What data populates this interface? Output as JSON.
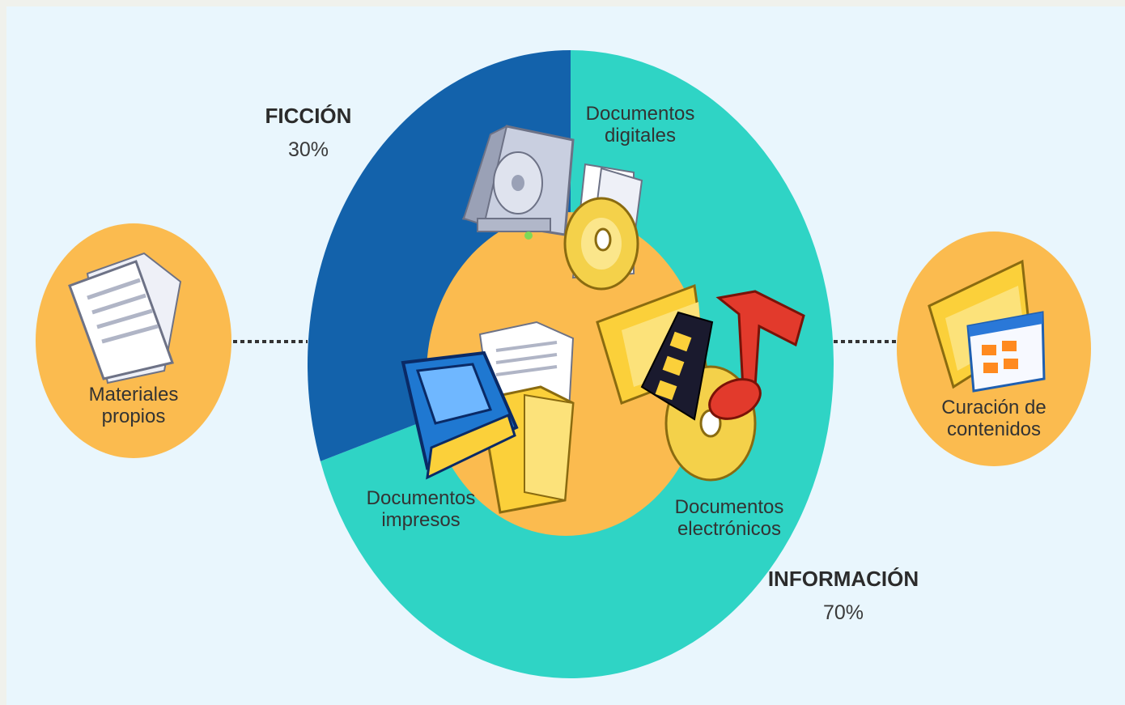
{
  "diagram": {
    "categories": [
      {
        "id": "ficcion",
        "title": "FICCIÓN",
        "percent_label": "30%",
        "share": 0.3,
        "color": "#1362ab"
      },
      {
        "id": "informacion",
        "title": "INFORMACIÓN",
        "percent_label": "70%",
        "share": 0.7,
        "color": "#2fd4c5"
      }
    ],
    "core_color": "#fbbb4f",
    "document_types": {
      "digitales": "Documentos\ndigitales",
      "impresos": "Documentos\nimpresos",
      "electronicos": "Documentos\nelectrónicos"
    },
    "side_nodes": {
      "left": {
        "label": "Materiales\npropios",
        "icon": "papers-icon"
      },
      "right": {
        "label": "Curación de\ncontenidos",
        "icon": "folder-app-icon"
      }
    },
    "icons": [
      "harddrive-icon",
      "disc-icon",
      "book-icon",
      "papers-icon",
      "folder-icon",
      "film-strip-icon",
      "music-note-icon",
      "folder-app-icon"
    ]
  }
}
